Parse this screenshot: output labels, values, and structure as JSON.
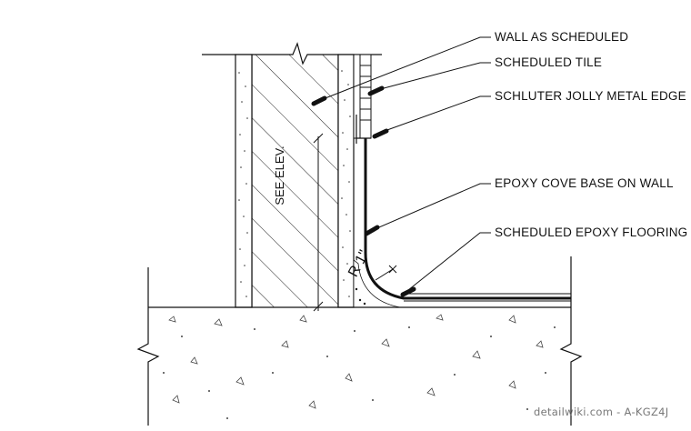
{
  "callouts": {
    "wall": "WALL AS SCHEDULED",
    "tile": "SCHEDULED TILE",
    "metal_edge": "SCHLUTER JOLLY METAL EDGE",
    "cove_base": "EPOXY COVE BASE ON WALL",
    "flooring": "SCHEDULED EPOXY FLOORING"
  },
  "dimension": {
    "elevation_note": "SEE ELEV.",
    "radius": "R 1\""
  },
  "watermark": "detailwiki.com - A-KGZ4J"
}
